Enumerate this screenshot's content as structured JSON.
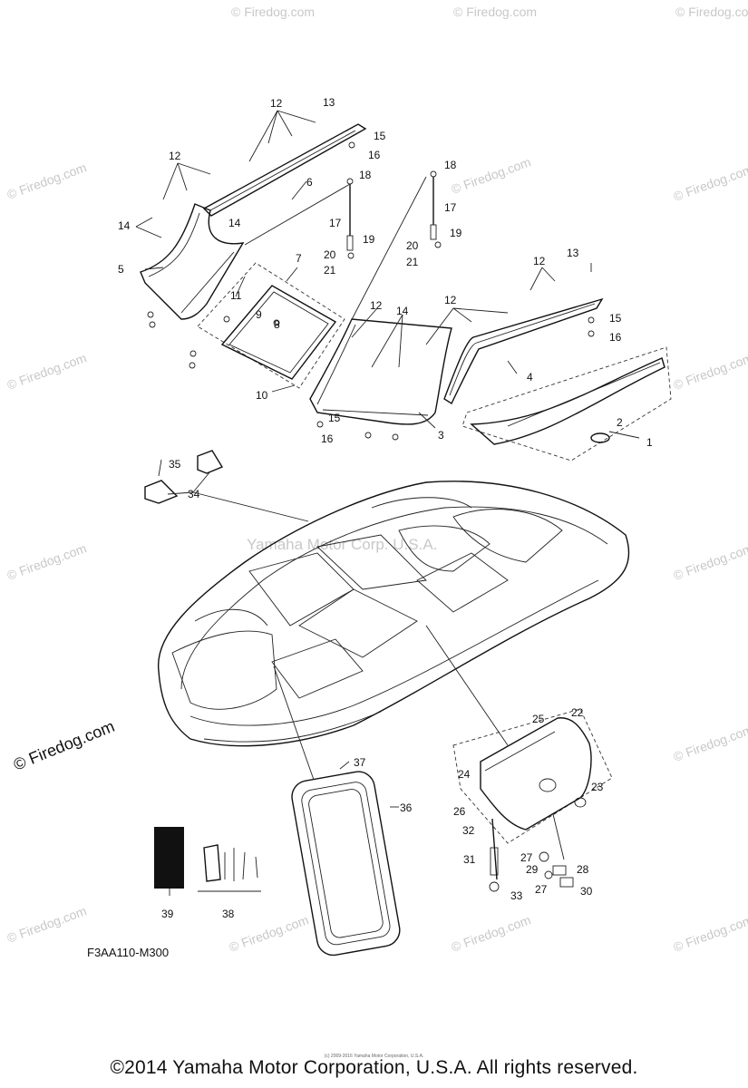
{
  "part_code": "F3AA110-M300",
  "copyright": "©2014 Yamaha Motor Corporation, U.S.A. All rights reserved.",
  "small_copyright": "(c) 2009-2016 Yamaha Motor Corporation, U.S.A.",
  "center_watermark": "Yamaha Motor Corp. U.S.A.",
  "watermark": "© Firedog.com",
  "callouts": {
    "c1": "1",
    "c2": "2",
    "c3": "3",
    "c4": "4",
    "c5": "5",
    "c6": "6",
    "c7": "7",
    "c8": "8",
    "c9": "9",
    "c10": "10",
    "c11": "11",
    "c12a": "12",
    "c12b": "12",
    "c12c": "12",
    "c12d": "12",
    "c12e": "12",
    "c13a": "13",
    "c13b": "13",
    "c14a": "14",
    "c14b": "14",
    "c14c": "14",
    "c15a": "15",
    "c15b": "15",
    "c15c": "15",
    "c16a": "16",
    "c16b": "16",
    "c16c": "16",
    "c17a": "17",
    "c17b": "17",
    "c18a": "18",
    "c18b": "18",
    "c19a": "19",
    "c19b": "19",
    "c20a": "20",
    "c20b": "20",
    "c21a": "21",
    "c21b": "21",
    "c22": "22",
    "c23": "23",
    "c24": "24",
    "c25": "25",
    "c26": "26",
    "c27a": "27",
    "c27b": "27",
    "c28": "28",
    "c29": "29",
    "c30": "30",
    "c31": "31",
    "c32": "32",
    "c33": "33",
    "c34": "34",
    "c35": "35",
    "c36": "36",
    "c37": "37",
    "c38": "38",
    "c39": "39"
  }
}
